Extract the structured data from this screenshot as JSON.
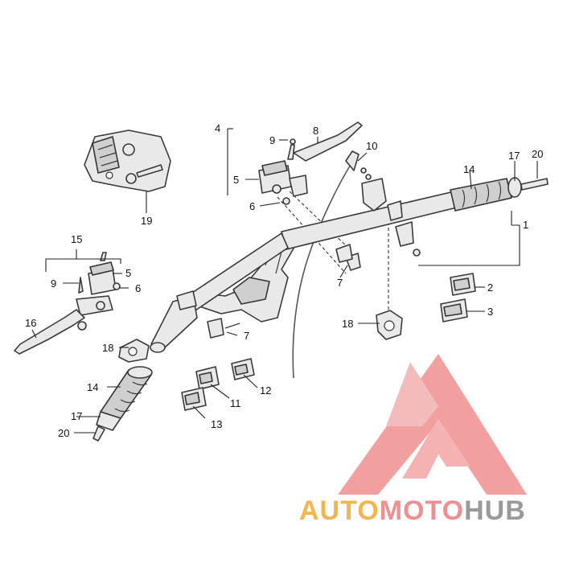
{
  "callouts": {
    "c1": "1",
    "c2": "2",
    "c3": "3",
    "c4": "4",
    "c5a": "5",
    "c5b": "5",
    "c6a": "6",
    "c6b": "6",
    "c7a": "7",
    "c7b": "7",
    "c8": "8",
    "c9a": "9",
    "c9b": "9",
    "c10": "10",
    "c11": "11",
    "c12": "12",
    "c13": "13",
    "c14a": "14",
    "c14b": "14",
    "c15": "15",
    "c16": "16",
    "c17a": "17",
    "c17b": "17",
    "c18a": "18",
    "c18b": "18",
    "c19": "19",
    "c20a": "20",
    "c20b": "20"
  },
  "watermark": {
    "part1": "AUTO",
    "part2": "MOTO",
    "part3": "HUB",
    "colors": {
      "auto": "#f5b54e",
      "moto": "#f08f8f",
      "hub": "#9a9a9a",
      "logo": "#f08f8f"
    }
  }
}
